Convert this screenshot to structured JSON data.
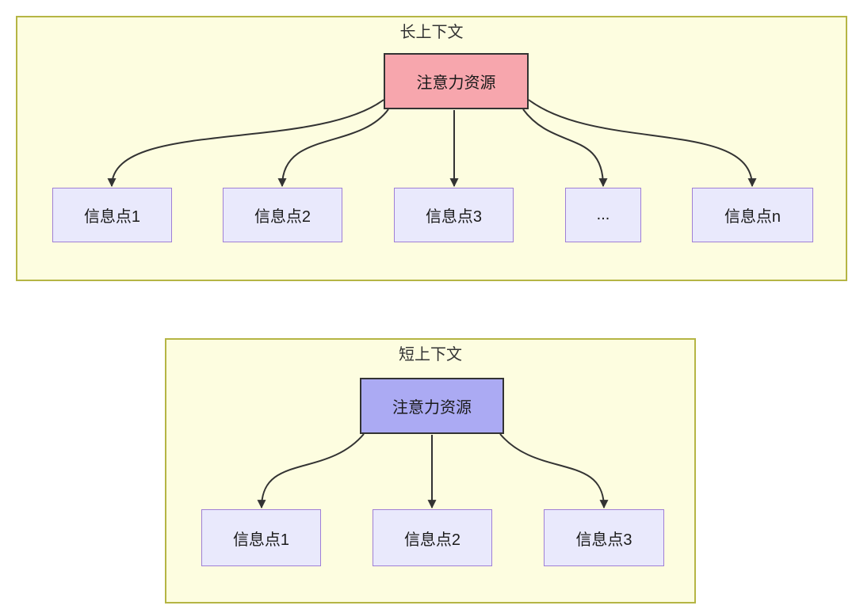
{
  "long_context": {
    "title": "长上下文",
    "source_label": "注意力资源",
    "nodes": [
      "信息点1",
      "信息点2",
      "信息点3",
      "...",
      "信息点n"
    ]
  },
  "short_context": {
    "title": "短上下文",
    "source_label": "注意力资源",
    "nodes": [
      "信息点1",
      "信息点2",
      "信息点3"
    ]
  },
  "colors": {
    "panel_fill": "#fdfde0",
    "panel_border": "#b5b544",
    "long_source_fill": "#f7a6ad",
    "short_source_fill": "#abaaf3",
    "node_fill": "#e9e9fc",
    "node_border": "#9f7fd6",
    "arrow": "#333333"
  }
}
